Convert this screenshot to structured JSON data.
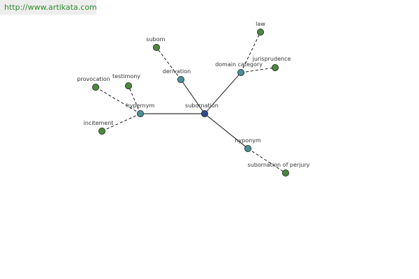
{
  "header": {
    "url": "http://www.artikata.com"
  },
  "graph": {
    "center": {
      "id": "center",
      "label": "subornation",
      "kind": "center"
    },
    "relations": [
      {
        "id": "hypernym",
        "label": "hypernym",
        "kind": "relation"
      },
      {
        "id": "derivation",
        "label": "derivation",
        "kind": "relation"
      },
      {
        "id": "domain",
        "label": "domain category",
        "kind": "relation"
      },
      {
        "id": "hyponym",
        "label": "hyponym",
        "kind": "relation"
      }
    ],
    "terms": [
      {
        "id": "provocation",
        "label": "provocation",
        "parent": "hypernym"
      },
      {
        "id": "testimony",
        "label": "testimony",
        "parent": "hypernym"
      },
      {
        "id": "incitement",
        "label": "incitement",
        "parent": "hypernym"
      },
      {
        "id": "suborn",
        "label": "suborn",
        "parent": "derivation"
      },
      {
        "id": "law",
        "label": "law",
        "parent": "domain"
      },
      {
        "id": "jurisprudence",
        "label": "jurisprudence",
        "parent": "domain"
      },
      {
        "id": "subornation_of_perjury",
        "label": "subornation of perjury",
        "parent": "hyponym"
      }
    ]
  },
  "colors": {
    "center_fill": "#2e4a8a",
    "relation_fill": "#4a8f96",
    "term_fill": "#4a8a3c",
    "node_stroke": "#1a1a1a",
    "solid_edge": "#000000",
    "dashed_edge": "#000000"
  }
}
